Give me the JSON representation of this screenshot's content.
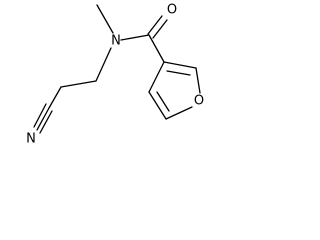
{
  "molecule": {
    "atoms": {
      "n_amide": "N",
      "o_carbonyl": "O",
      "o_furan": "O",
      "n_nitrile": "N"
    }
  },
  "colors": {
    "ink": "#000000",
    "background": "#ffffff"
  }
}
